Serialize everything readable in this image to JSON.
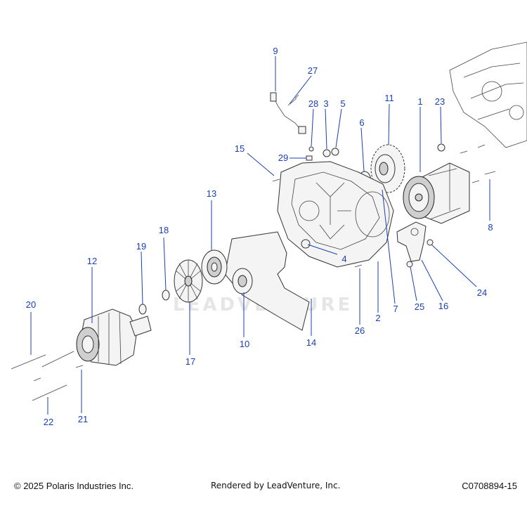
{
  "diagram": {
    "watermark": "LEADVENTURE",
    "callouts": [
      "1",
      "2",
      "3",
      "4",
      "5",
      "6",
      "7",
      "8",
      "9",
      "10",
      "11",
      "12",
      "13",
      "14",
      "15",
      "16",
      "17",
      "18",
      "19",
      "20",
      "21",
      "22",
      "23",
      "24",
      "25",
      "26",
      "27",
      "28",
      "29"
    ]
  },
  "footer": {
    "copyright": "© 2025 Polaris Industries Inc.",
    "rendered_by": "Rendered by LeadVenture, Inc.",
    "diagram_code": "C0708894-15"
  },
  "colors": {
    "callout": "#1a3fb5",
    "outline": "#333333"
  }
}
